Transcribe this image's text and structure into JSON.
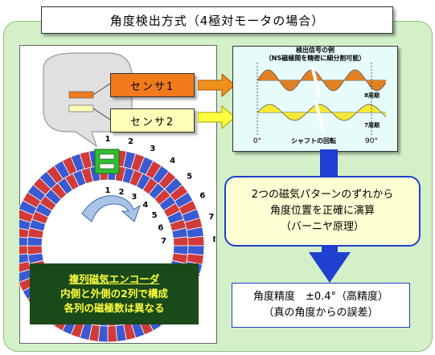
{
  "title": "角度検出方式（4極対モータの場合）",
  "sensors": {
    "sensor1": "センサ1",
    "sensor2": "センサ2"
  },
  "chart": {
    "heading1": "検出信号の例",
    "heading2": "（NS磁極間を精密に細分割可能）",
    "label_8": "8周期",
    "label_7": "7周期",
    "x_start": "0°",
    "x_mid": "シャフトの回転",
    "x_end": "90°"
  },
  "ring_numbers_outer": [
    "1",
    "2",
    "3",
    "4",
    "5",
    "6",
    "7",
    "8"
  ],
  "ring_numbers_inner": [
    "1",
    "2",
    "3",
    "4",
    "5",
    "6",
    "7"
  ],
  "info1": {
    "line1": "2つの磁気パターンのずれから",
    "line2": "角度位置を正確に演算",
    "line3": "（バーニヤ原理）"
  },
  "info2": {
    "line1": "角度精度　±0.4°（高精度）",
    "line2": "（真の角度からの誤差）"
  },
  "caption": {
    "title": "複列磁気エンコーダ",
    "line1": "内側と外側の2列で構成",
    "line2": "各列の磁極数は異なる"
  },
  "chart_data": {
    "type": "line",
    "x_range": [
      "0°",
      "90°"
    ],
    "series": [
      {
        "name": "8周期",
        "cycles": 8,
        "color": "#e07a18"
      },
      {
        "name": "7周期",
        "cycles": 7,
        "color": "#f5e82a"
      }
    ]
  },
  "colors": {
    "orange": "#f07a1c",
    "yellow": "#ffffb8",
    "blue": "#1f3fd0",
    "green": "#d4f0c8"
  }
}
